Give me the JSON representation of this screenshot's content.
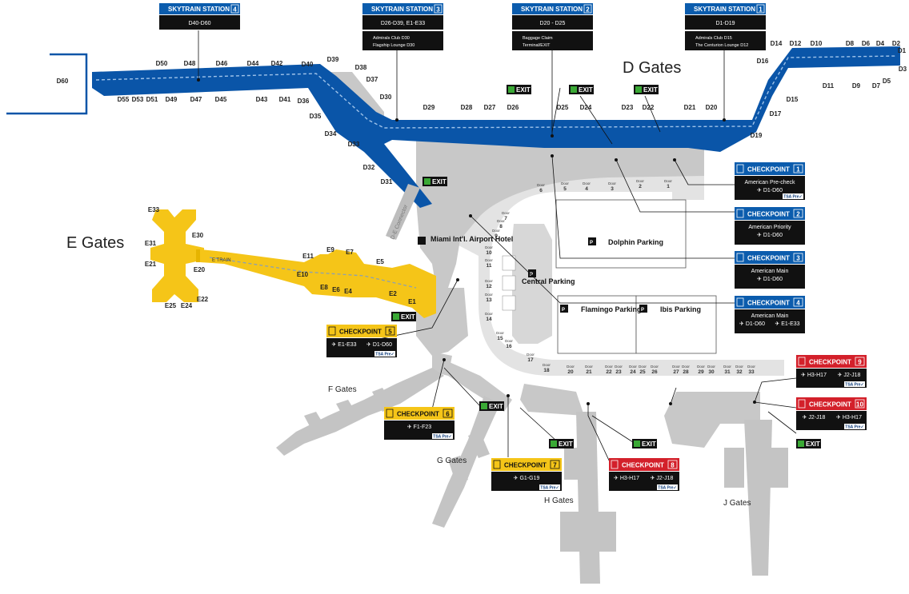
{
  "labels": {
    "d_gates": "D Gates",
    "e_gates": "E Gates",
    "f_gates": "F Gates",
    "g_gates": "G Gates",
    "h_gates": "H Gates",
    "j_gates": "J Gates",
    "connector": "D-E Connector",
    "hotel": "Miami Int'l. Airport Hotel",
    "central_parking": "Central Parking",
    "e_train": "E TRAIN"
  },
  "exit_label": "EXIT",
  "tsa_label": "TSA Pre✓",
  "skytrain": [
    {
      "name": "SKYTRAIN STATION",
      "num": "4",
      "gates": "D40-D60",
      "amenities": []
    },
    {
      "name": "SKYTRAIN STATION",
      "num": "3",
      "gates": "D26-D39, E1-E33",
      "amenities": [
        "Admirals Club D30",
        "Flagship Lounge D30"
      ]
    },
    {
      "name": "SKYTRAIN STATION",
      "num": "2",
      "gates": "D20 - D25",
      "amenities": [
        "Baggage Claim",
        "Terminal/EXIT"
      ]
    },
    {
      "name": "SKYTRAIN STATION",
      "num": "1",
      "gates": "D1-D19",
      "amenities": [
        "Admirals Club D15",
        "The Centurion Lounge D12"
      ]
    }
  ],
  "checkpoints": [
    {
      "name": "CHECKPOINT",
      "num": "1",
      "line1": "American Pre-check",
      "gates": [
        "D1-D60"
      ],
      "tsa": true
    },
    {
      "name": "CHECKPOINT",
      "num": "2",
      "line1": "American Priority",
      "gates": [
        "D1-D60"
      ],
      "tsa": false
    },
    {
      "name": "CHECKPOINT",
      "num": "3",
      "line1": "American Main",
      "gates": [
        "D1-D60"
      ],
      "tsa": false
    },
    {
      "name": "CHECKPOINT",
      "num": "4",
      "line1": "American Main",
      "gates": [
        "D1-D60",
        "E1-E33"
      ],
      "tsa": false
    },
    {
      "name": "CHECKPOINT",
      "num": "5",
      "line1": "",
      "gates": [
        "E1-E33",
        "D1-D60"
      ],
      "tsa": true
    },
    {
      "name": "CHECKPOINT",
      "num": "6",
      "line1": "",
      "gates": [
        "F1-F23"
      ],
      "tsa": true
    },
    {
      "name": "CHECKPOINT",
      "num": "7",
      "line1": "",
      "gates": [
        "G1-G19"
      ],
      "tsa": true
    },
    {
      "name": "CHECKPOINT",
      "num": "8",
      "line1": "",
      "gates": [
        "H3-H17",
        "J2-J18"
      ],
      "tsa": true
    },
    {
      "name": "CHECKPOINT",
      "num": "9",
      "line1": "",
      "gates": [
        "H3-H17",
        "J2-J18"
      ],
      "tsa": true
    },
    {
      "name": "CHECKPOINT",
      "num": "10",
      "line1": "",
      "gates": [
        "J2-J18",
        "H3-H17"
      ],
      "tsa": true
    }
  ],
  "parking": [
    {
      "name": "Dolphin Parking"
    },
    {
      "name": "Flamingo Parking"
    },
    {
      "name": "Ibis Parking"
    }
  ],
  "d_gate_labels": [
    "D1",
    "D2",
    "D3",
    "D4",
    "D5",
    "D6",
    "D7",
    "D8",
    "D9",
    "D10",
    "D11",
    "D12",
    "D14",
    "D15",
    "D16",
    "D17",
    "D19",
    "D20",
    "D21",
    "D22",
    "D23",
    "D24",
    "D25",
    "D26",
    "D27",
    "D28",
    "D29",
    "D30",
    "D31",
    "D32",
    "D33",
    "D34",
    "D35",
    "D36",
    "D37",
    "D38",
    "D39",
    "D40",
    "D41",
    "D42",
    "D43",
    "D44",
    "D45",
    "D46",
    "D47",
    "D48",
    "D49",
    "D50",
    "D51",
    "D53",
    "D55",
    "D60"
  ],
  "e_gate_labels": [
    "E1",
    "E2",
    "E4",
    "E5",
    "E6",
    "E7",
    "E8",
    "E9",
    "E10",
    "E11",
    "E20",
    "E21",
    "E22",
    "E24",
    "E25",
    "E30",
    "E31",
    "E33"
  ],
  "doors": [
    "Door 1",
    "Door 2",
    "Door 3",
    "Door 4",
    "Door 5",
    "Door 6",
    "Door 7",
    "Door 8",
    "Door 9",
    "Door 10",
    "Door 11",
    "Door 12",
    "Door 13",
    "Door 14",
    "Door 15",
    "Door 16",
    "Door 17",
    "Door 18",
    "Door 20",
    "Door 21",
    "Door 22",
    "Door 23",
    "Door 24",
    "Door 25",
    "Door 26",
    "Door 27",
    "Door 28",
    "Door 29",
    "Door 30",
    "Door 31",
    "Door 32",
    "Door 33"
  ],
  "colors": {
    "d_concourse": "#0a55a8",
    "e_concourse": "#f5c518",
    "terminal": "#c8c8c8",
    "landside": "#e6e6e6",
    "station_blue": "#0b5cad",
    "cp_blue": "#0b5cad",
    "cp_yellow": "#f5c518",
    "cp_red": "#d3202a",
    "exit_green": "#3aa935"
  }
}
